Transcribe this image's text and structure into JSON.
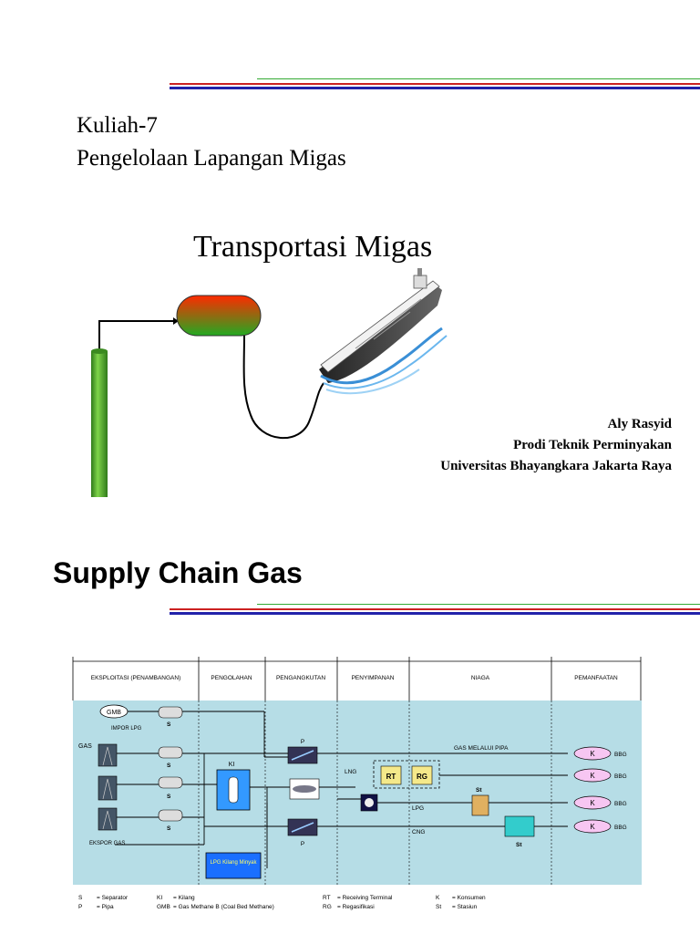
{
  "slide1": {
    "line1": "Kuliah-7",
    "line2": "Pengelolaan Lapangan Migas",
    "title": "Transportasi Migas",
    "author": "Aly Rasyid",
    "program": "Prodi Teknik Perminyakan",
    "university": "Universitas Bhayangkara Jakarta Raya"
  },
  "slide2": {
    "title": "Supply Chain Gas"
  },
  "diagram": {
    "stages": [
      "EKSPLOITASI (PENAMBANGAN)",
      "PENGOLAHAN",
      "PENGANGKUTAN",
      "PENYIMPANAN",
      "NIAGA",
      "PEMANFAATAN"
    ],
    "gmb": "GMB",
    "impor_lpg": "IMPOR LPG",
    "gas": "GAS",
    "ekspor_gas": "EKSPOR GAS",
    "s": "S",
    "ki": "KI",
    "p": "P",
    "lng": "LNG",
    "lpg": "LPG",
    "cng": "CNG",
    "rt": "RT",
    "rg": "RG",
    "st": "St",
    "k": "K",
    "bbg": "BBG",
    "gas_pipa": "GAS MELALUI PIPA",
    "lpg_kilang": "LPG Kilang Minyak",
    "colors": {
      "panel": "#b6dde6",
      "k_ellipse": "#f7c6f2",
      "ki_box": "#3399ff",
      "lpg_box": "#1a6fff",
      "rt_box": "#f5e98a",
      "st2_box": "#33cccc"
    }
  },
  "legend": {
    "s": "S",
    "s_def": "= Separator",
    "p": "P",
    "p_def": "= Pipa",
    "ki": "KI",
    "ki_def": "= Kilang",
    "gmb": "GMB",
    "gmb_def": "= Gas Methane B (Coal Bed Methane)",
    "rt": "RT",
    "rt_def": "= Receiving Terminal",
    "rg": "RG",
    "rg_def": "= Regasifikasi",
    "k": "K",
    "k_def": "= Konsumen",
    "st": "St",
    "st_def": "= Stasiun"
  }
}
